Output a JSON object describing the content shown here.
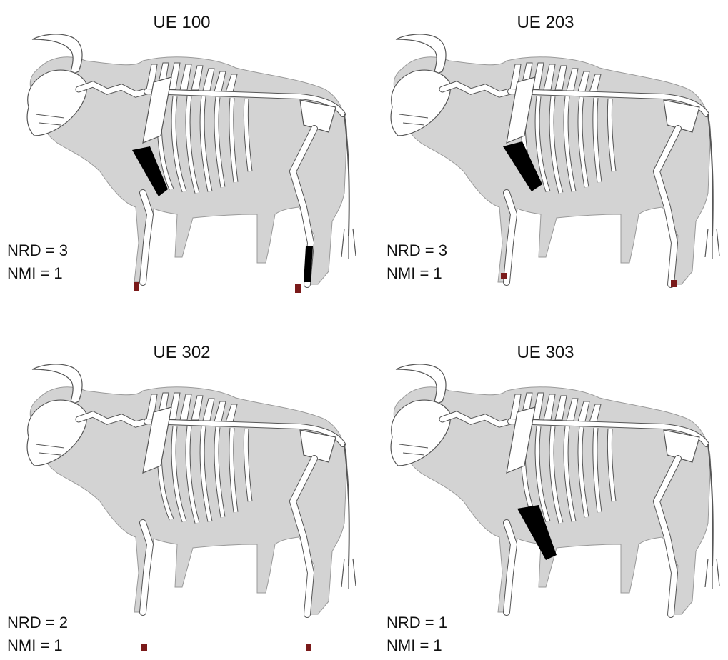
{
  "colors": {
    "silhouette": "#d3d3d3",
    "bone_outline": "#555555",
    "bone_fill": "#ffffff",
    "present_bone": "#000000",
    "present_phalanx": "#7a1a1a"
  },
  "panels": [
    {
      "title": "UE 100",
      "nrd": "NRD = 3",
      "nmi": "NMI = 1",
      "highlighted_elements": [
        "humerus",
        "left-metapodial",
        "front-phalanx",
        "hind-phalanx"
      ]
    },
    {
      "title": "UE 203",
      "nrd": "NRD = 3",
      "nmi": "NMI = 1",
      "highlighted_elements": [
        "humerus",
        "front-phalanx",
        "hind-phalanx"
      ]
    },
    {
      "title": "UE 302",
      "nrd": "NRD = 2",
      "nmi": "NMI = 1",
      "highlighted_elements": [
        "front-phalanx",
        "hind-phalanx"
      ]
    },
    {
      "title": "UE 303",
      "nrd": "NRD = 1",
      "nmi": "NMI = 1",
      "highlighted_elements": [
        "humerus"
      ]
    }
  ]
}
